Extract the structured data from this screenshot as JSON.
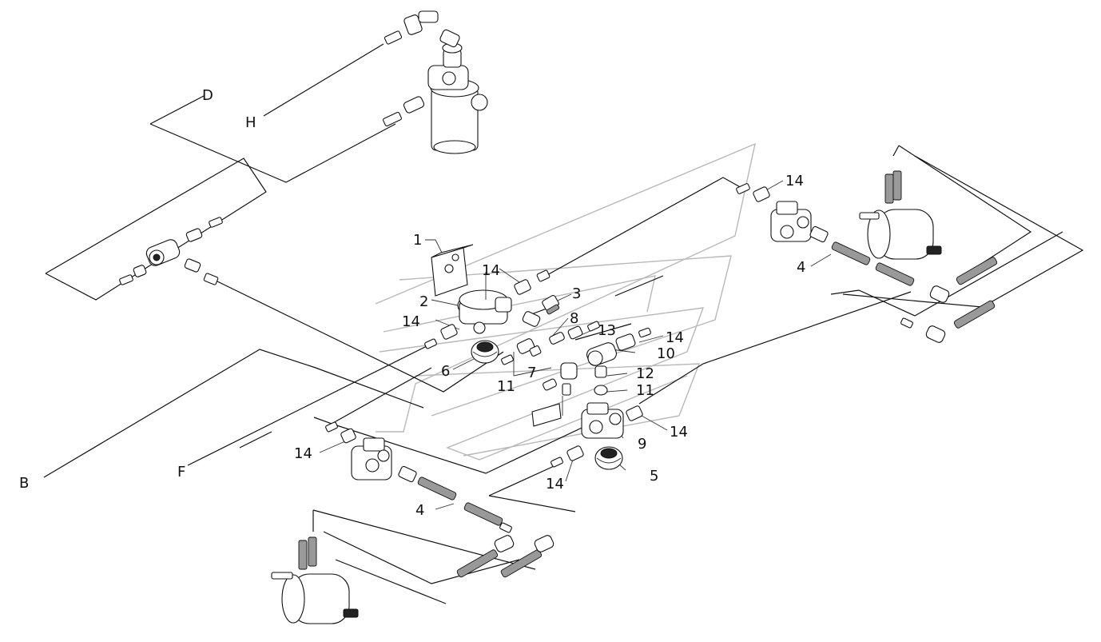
{
  "diagram": {
    "callouts": {
      "c1": "1",
      "c2": "2",
      "c3": "3",
      "c4a": "4",
      "c4b": "4",
      "c5": "5",
      "c6": "6",
      "c7": "7",
      "c8": "8",
      "c9": "9",
      "c10": "10",
      "c11a": "11",
      "c11b": "11",
      "c12": "12",
      "c13": "13",
      "c14a": "14",
      "c14b": "14",
      "c14c": "14",
      "c14d": "14",
      "c14e": "14",
      "c14f": "14",
      "c14g": "14"
    },
    "connections": {
      "b": "B",
      "d": "D",
      "f": "F",
      "h": "H"
    }
  }
}
